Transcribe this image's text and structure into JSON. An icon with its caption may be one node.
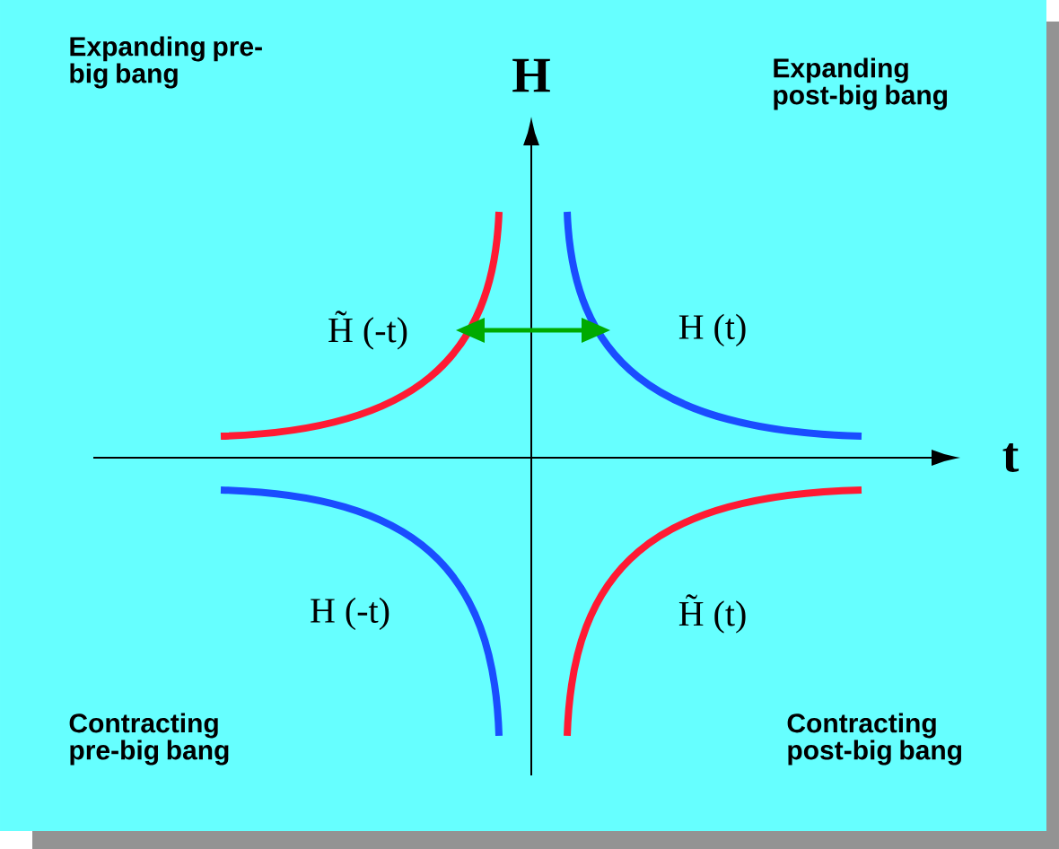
{
  "diagram": {
    "nodes": [
      {
        "text": [],
        "shape": "curve"
      },
      {
        "text": [],
        "shape": "curve"
      },
      {
        "text": [],
        "shape": "curve"
      },
      {
        "text": [],
        "shape": "curve"
      }
    ],
    "edges": [
      {
        "from": 0,
        "to": 1,
        "arrow": "both",
        "color": "#00aa00"
      }
    ],
    "labels": [
      "Expanding pre-big bang",
      "H",
      "Expanding post-big bang",
      "H̃ (-t)",
      "H (t)",
      "t",
      "H (-t)",
      "H̃ (t)",
      "Contracting pre-big bang",
      "Contracting post-big bang"
    ]
  }
}
